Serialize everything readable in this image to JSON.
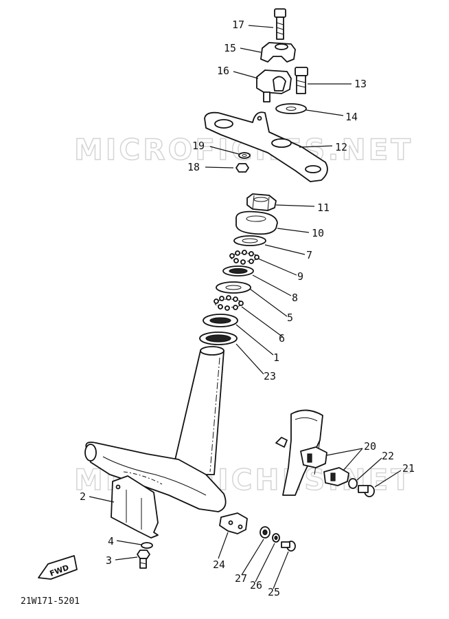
{
  "watermark": "MICROFICHES.NET",
  "diagram_code": "21W171-5201",
  "fwd_label": "FWD",
  "callouts": {
    "c1": "1",
    "c2": "2",
    "c3": "3",
    "c4": "4",
    "c5": "5",
    "c6": "6",
    "c7": "7",
    "c8": "8",
    "c9": "9",
    "c10": "10",
    "c11": "11",
    "c12": "12",
    "c13": "13",
    "c14": "14",
    "c15": "15",
    "c16": "16",
    "c17": "17",
    "c18": "18",
    "c19": "19",
    "c20": "20",
    "c21": "21",
    "c22": "22",
    "c23": "23",
    "c24": "24",
    "c25": "25",
    "c26": "26",
    "c27": "27"
  }
}
